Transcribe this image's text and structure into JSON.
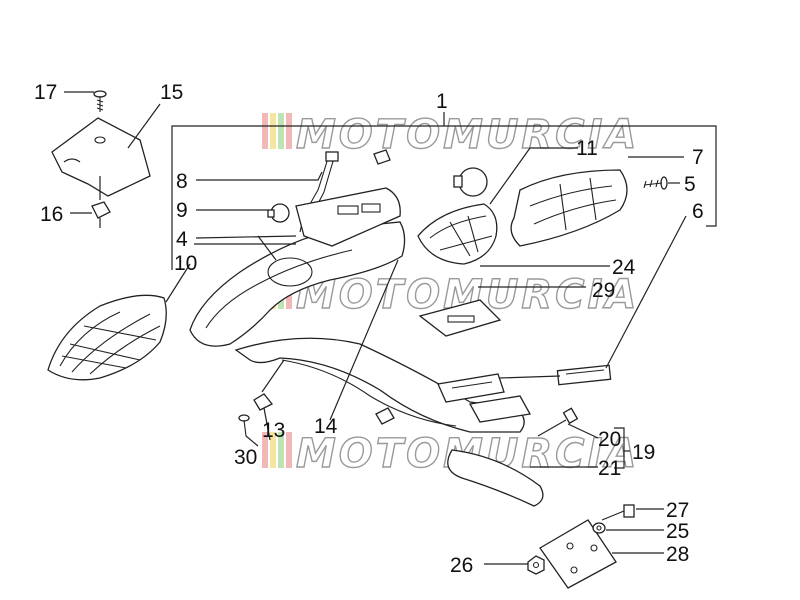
{
  "watermark": "MOTOMURCIA",
  "watermark_colors": [
    "#f2b8b8",
    "#f4e5a0",
    "#bfe3b3"
  ],
  "callouts": {
    "c1": "1",
    "c4": "4",
    "c5": "5",
    "c6": "6",
    "c7": "7",
    "c8": "8",
    "c9": "9",
    "c10": "10",
    "c11": "11",
    "c13": "13",
    "c14": "14",
    "c15": "15",
    "c16": "16",
    "c17": "17",
    "c19": "19",
    "c20": "20",
    "c21": "21",
    "c24": "24",
    "c25": "25",
    "c26": "26",
    "c27": "27",
    "c28": "28",
    "c29": "29",
    "c30": "30"
  }
}
